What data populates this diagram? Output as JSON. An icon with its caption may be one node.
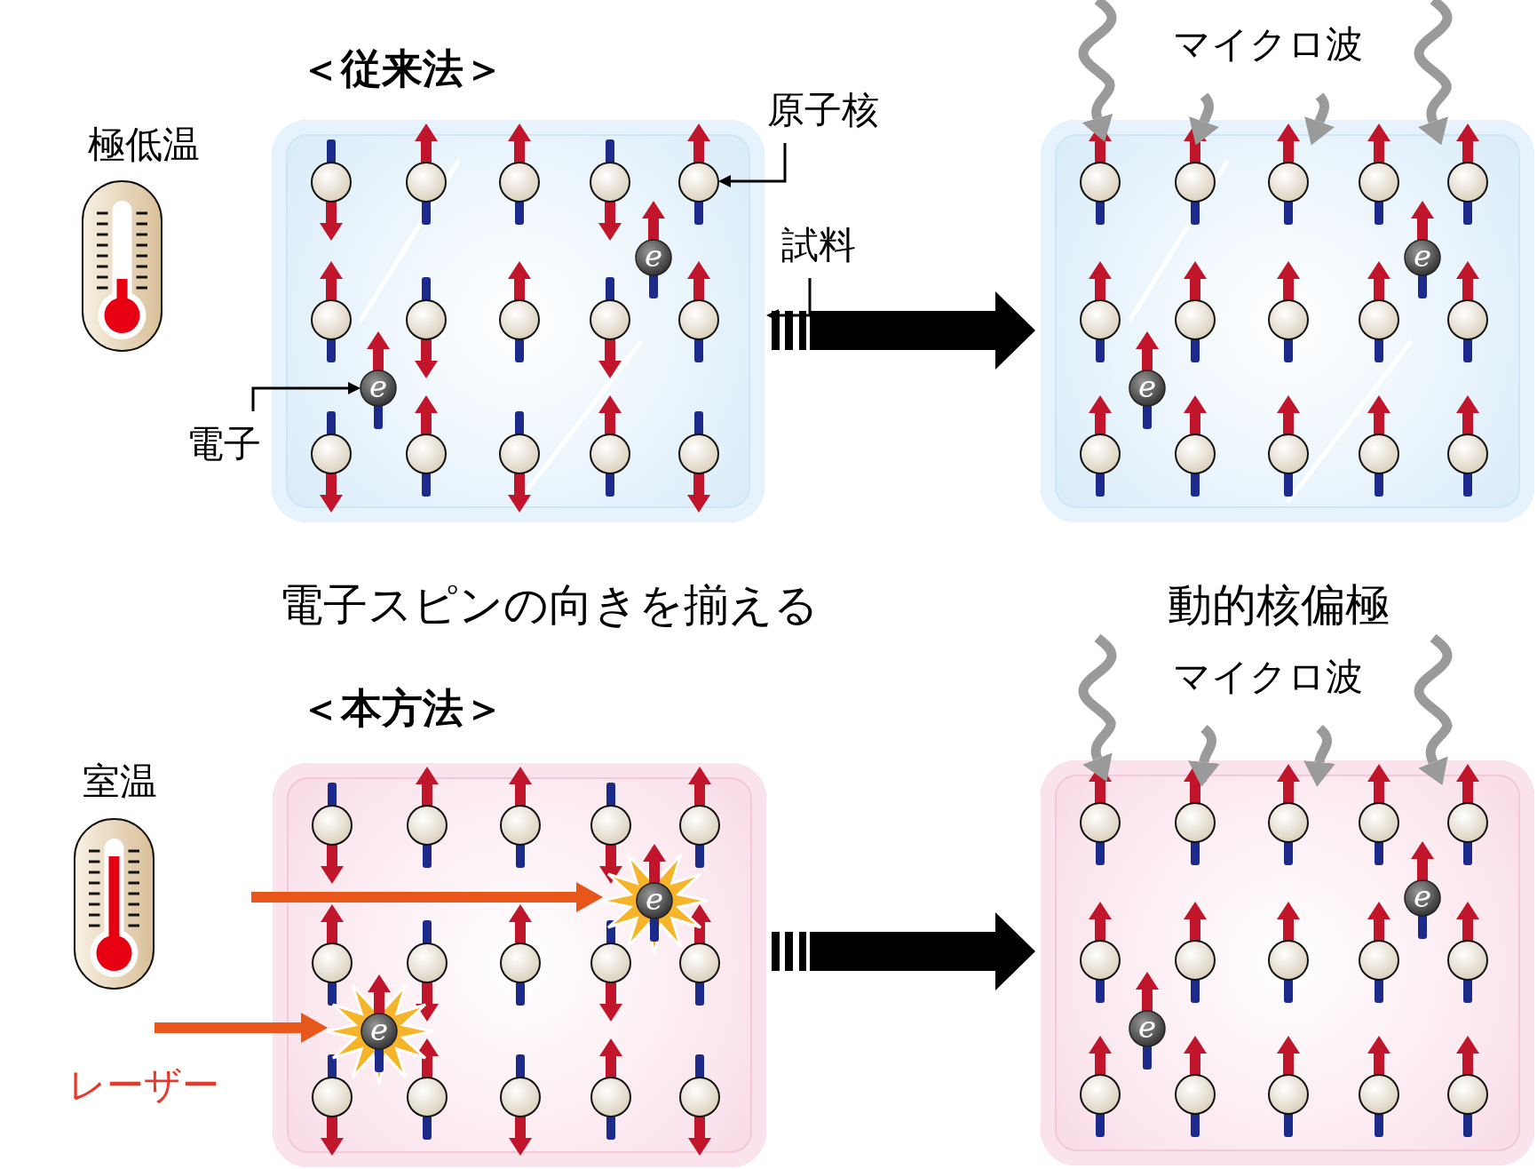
{
  "diagram": {
    "nodes": [
      {
        "text": [],
        "shape": "box"
      },
      {
        "text": [
          "e"
        ],
        "in": 0
      },
      {
        "text": [
          "e"
        ],
        "in": 0
      },
      {
        "text": [],
        "shape": "circle",
        "in": 0
      },
      {
        "text": [
          "原子核"
        ]
      },
      {
        "text": [
          "試料"
        ]
      },
      {
        "text": [
          "電子"
        ]
      },
      {
        "text": [],
        "shape": "box"
      },
      {
        "text": [
          "e"
        ],
        "in": 7
      },
      {
        "text": [
          "e"
        ],
        "in": 7
      },
      {
        "text": [],
        "shape": "box"
      },
      {
        "text": [
          "e"
        ],
        "in": 10
      },
      {
        "text": [
          "e"
        ],
        "in": 10
      },
      {
        "text": [],
        "shape": "box"
      },
      {
        "text": [
          "e"
        ],
        "in": 13
      },
      {
        "text": [
          "e"
        ],
        "in": 13
      }
    ],
    "edges": [
      {
        "from": 4,
        "to": 3,
        "arrow": "to",
        "color": "#000000"
      },
      {
        "from": 5,
        "to": 0,
        "arrow": "to",
        "color": "#000000"
      },
      {
        "from": 6,
        "to": 2,
        "arrow": "to",
        "color": "#000000"
      },
      {
        "from": 0,
        "to": 7,
        "arrow": "to",
        "style": "thick",
        "color": "#000000"
      },
      {
        "from": null,
        "to": 7,
        "arrow": "to"
      },
      {
        "from": null,
        "to": 7,
        "arrow": "to"
      },
      {
        "from": null,
        "to": 7,
        "arrow": "to"
      },
      {
        "from": null,
        "to": 7,
        "arrow": "to"
      },
      {
        "from": 10,
        "to": 13,
        "arrow": "to",
        "style": "thick",
        "color": "#000000"
      },
      {
        "from": null,
        "to": 13,
        "arrow": "to"
      },
      {
        "from": null,
        "to": 13,
        "arrow": "to"
      },
      {
        "from": null,
        "to": 13,
        "arrow": "to"
      },
      {
        "from": null,
        "to": 13,
        "arrow": "to"
      },
      {
        "from": null,
        "to": 11,
        "arrow": "to",
        "color": "#e8561a"
      },
      {
        "from": null,
        "to": 12,
        "arrow": "to",
        "color": "#e8561a"
      }
    ],
    "labels": [
      "＜従来法＞",
      "マイクロ波",
      "極低温",
      "電子スピンの向きを揃える",
      "動的核偏極",
      "＜本方法＞",
      "マイクロ波",
      "室温",
      "レーザー"
    ]
  }
}
